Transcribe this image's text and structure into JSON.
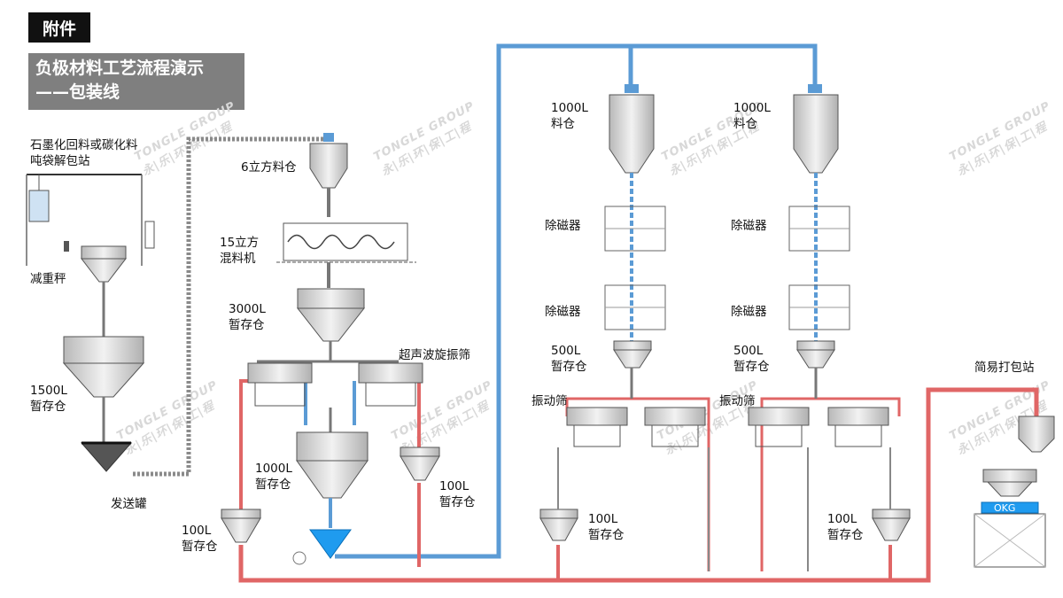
{
  "tag": "附件",
  "title": {
    "line1": "负极材料工艺流程演示",
    "line2": "——包装线"
  },
  "labels": {
    "unpack": [
      "石墨化回料或碳化料",
      "吨袋解包站"
    ],
    "loss_weight": "减重秤",
    "bin_1500": [
      "1500L",
      "暂存仓"
    ],
    "send_tank": "发送罐",
    "bin_6m3": "6立方料仓",
    "mixer": [
      "15立方",
      "混料机"
    ],
    "bin_3000": [
      "3000L",
      "暂存仓"
    ],
    "ultrasonic": "超声波旋振筛",
    "bin_1000": [
      "1000L",
      "暂存仓"
    ],
    "bin_100_a": [
      "100L",
      "暂存仓"
    ],
    "bin_100_b": [
      "100L",
      "暂存仓"
    ],
    "silo_1000_a": [
      "1000L",
      "料仓"
    ],
    "silo_1000_b": [
      "1000L",
      "料仓"
    ],
    "demag_a1": "除磁器",
    "demag_a2": "除磁器",
    "demag_b1": "除磁器",
    "demag_b2": "除磁器",
    "bin_500_a": [
      "500L",
      "暂存仓"
    ],
    "bin_500_b": [
      "500L",
      "暂存仓"
    ],
    "vib_a": "振动筛",
    "vib_b": "振动筛",
    "bin_100_c": [
      "100L",
      "暂存仓"
    ],
    "bin_100_d": [
      "100L",
      "暂存仓"
    ],
    "packing": "简易打包站",
    "scale": "OKG"
  },
  "watermark": {
    "en": "TONGLE GROUP",
    "cn": "永|乐|环|保|工|程"
  },
  "colors": {
    "blue_line": "#5b9bd5",
    "red_line": "#e06666",
    "gray_line": "#888888",
    "tank": "#d9d9d9",
    "blue_cone": "#1f9bef"
  }
}
